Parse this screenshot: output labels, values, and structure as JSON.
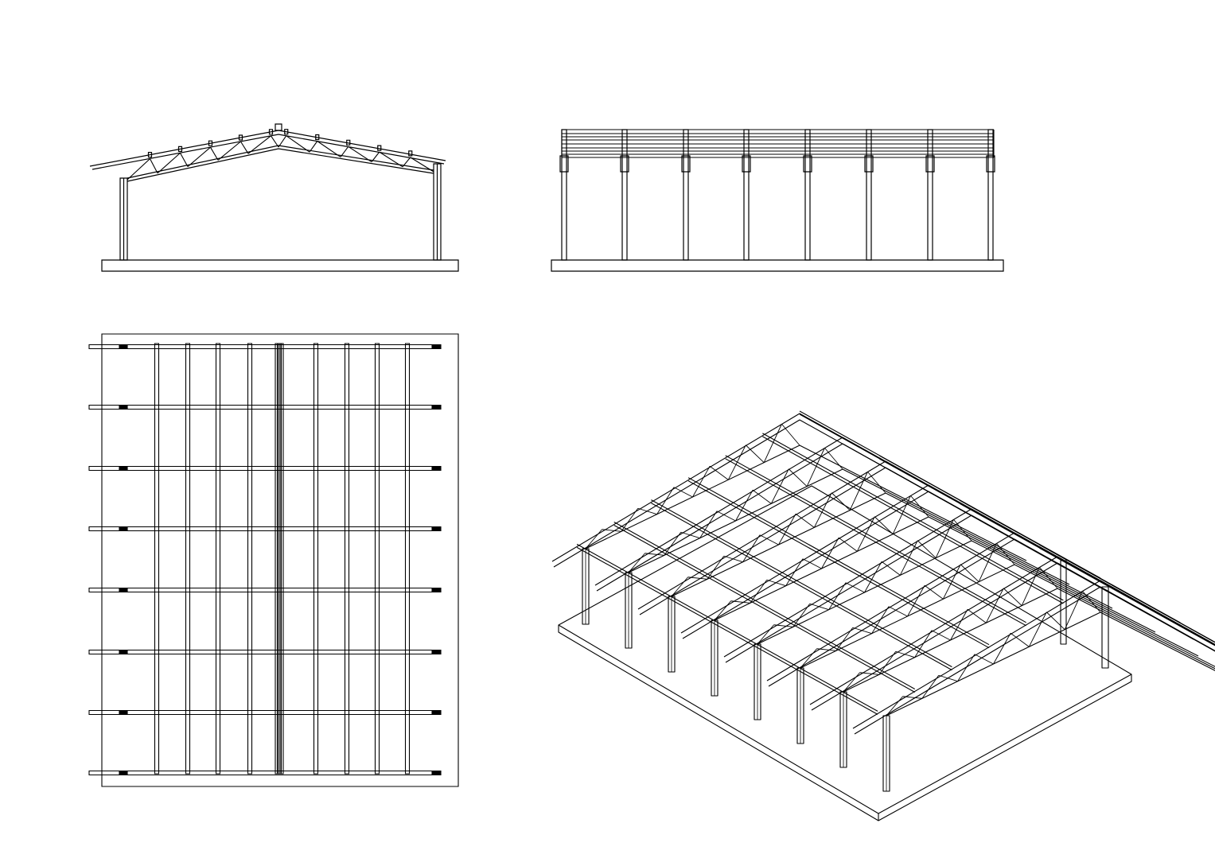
{
  "drawing": {
    "background_color": "#ffffff",
    "line_color": "#000000",
    "views": [
      {
        "id": "front-elevation",
        "description_type": "gable end elevation of truss shed"
      },
      {
        "id": "side-elevation",
        "bays": 7
      },
      {
        "id": "roof-plan",
        "frames": 8,
        "purlin_lines": 11
      },
      {
        "id": "isometric-view",
        "frames": 8
      }
    ]
  }
}
